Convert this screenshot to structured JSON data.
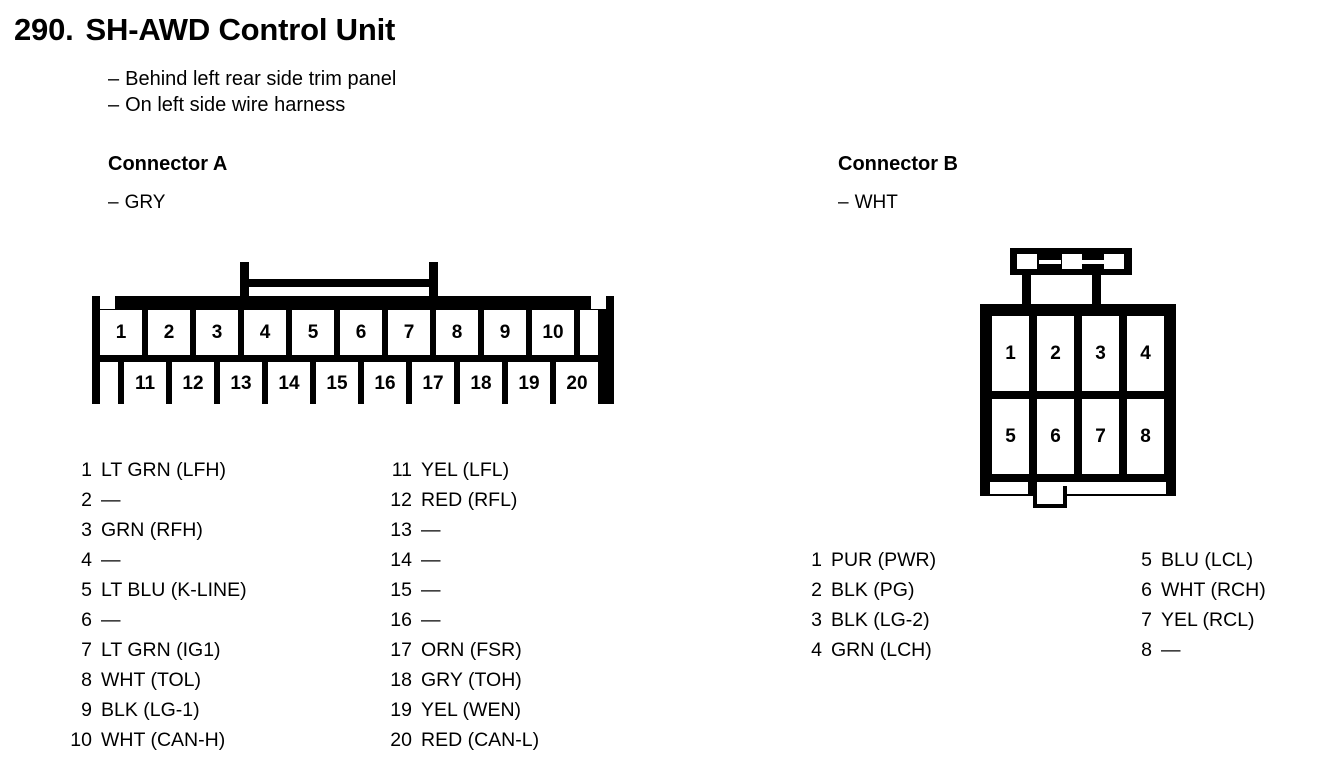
{
  "title": {
    "number": "290.",
    "name": "SH-AWD Control Unit"
  },
  "location_notes": [
    "Behind left rear side trim panel",
    "On left side wire harness"
  ],
  "dash": "–",
  "empty_pin": "—",
  "connectors": [
    {
      "id": "a",
      "heading": "Connector A",
      "color": "GRY",
      "pin_count": 20,
      "layout": "2-row inline, 10 per row",
      "top_row_pins": [
        "1",
        "2",
        "3",
        "4",
        "5",
        "6",
        "7",
        "8",
        "9",
        "10"
      ],
      "bottom_row_pins": [
        "11",
        "12",
        "13",
        "14",
        "15",
        "16",
        "17",
        "18",
        "19",
        "20"
      ],
      "pins_left": [
        {
          "num": "1",
          "desc": "LT GRN (LFH)"
        },
        {
          "num": "2",
          "desc": "—"
        },
        {
          "num": "3",
          "desc": "GRN (RFH)"
        },
        {
          "num": "4",
          "desc": "—"
        },
        {
          "num": "5",
          "desc": "LT BLU (K-LINE)"
        },
        {
          "num": "6",
          "desc": "—"
        },
        {
          "num": "7",
          "desc": "LT GRN (IG1)"
        },
        {
          "num": "8",
          "desc": "WHT (TOL)"
        },
        {
          "num": "9",
          "desc": "BLK (LG-1)"
        },
        {
          "num": "10",
          "desc": "WHT (CAN-H)"
        }
      ],
      "pins_right": [
        {
          "num": "11",
          "desc": "YEL (LFL)"
        },
        {
          "num": "12",
          "desc": "RED (RFL)"
        },
        {
          "num": "13",
          "desc": "—"
        },
        {
          "num": "14",
          "desc": "—"
        },
        {
          "num": "15",
          "desc": "—"
        },
        {
          "num": "16",
          "desc": "—"
        },
        {
          "num": "17",
          "desc": "ORN (FSR)"
        },
        {
          "num": "18",
          "desc": "GRY (TOH)"
        },
        {
          "num": "19",
          "desc": "YEL (WEN)"
        },
        {
          "num": "20",
          "desc": "RED (CAN-L)"
        }
      ]
    },
    {
      "id": "b",
      "heading": "Connector B",
      "color": "WHT",
      "pin_count": 8,
      "layout": "4x2 grid",
      "top_row_pins": [
        "1",
        "2",
        "3",
        "4"
      ],
      "bottom_row_pins": [
        "5",
        "6",
        "7",
        "8"
      ],
      "pins_left": [
        {
          "num": "1",
          "desc": "PUR (PWR)"
        },
        {
          "num": "2",
          "desc": "BLK (PG)"
        },
        {
          "num": "3",
          "desc": "BLK (LG-2)"
        },
        {
          "num": "4",
          "desc": "GRN (LCH)"
        }
      ],
      "pins_right": [
        {
          "num": "5",
          "desc": "BLU (LCL)"
        },
        {
          "num": "6",
          "desc": "WHT (RCH)"
        },
        {
          "num": "7",
          "desc": "YEL (RCL)"
        },
        {
          "num": "8",
          "desc": "—"
        }
      ]
    }
  ],
  "colors": {
    "ink": "#000000",
    "background": "#ffffff"
  }
}
